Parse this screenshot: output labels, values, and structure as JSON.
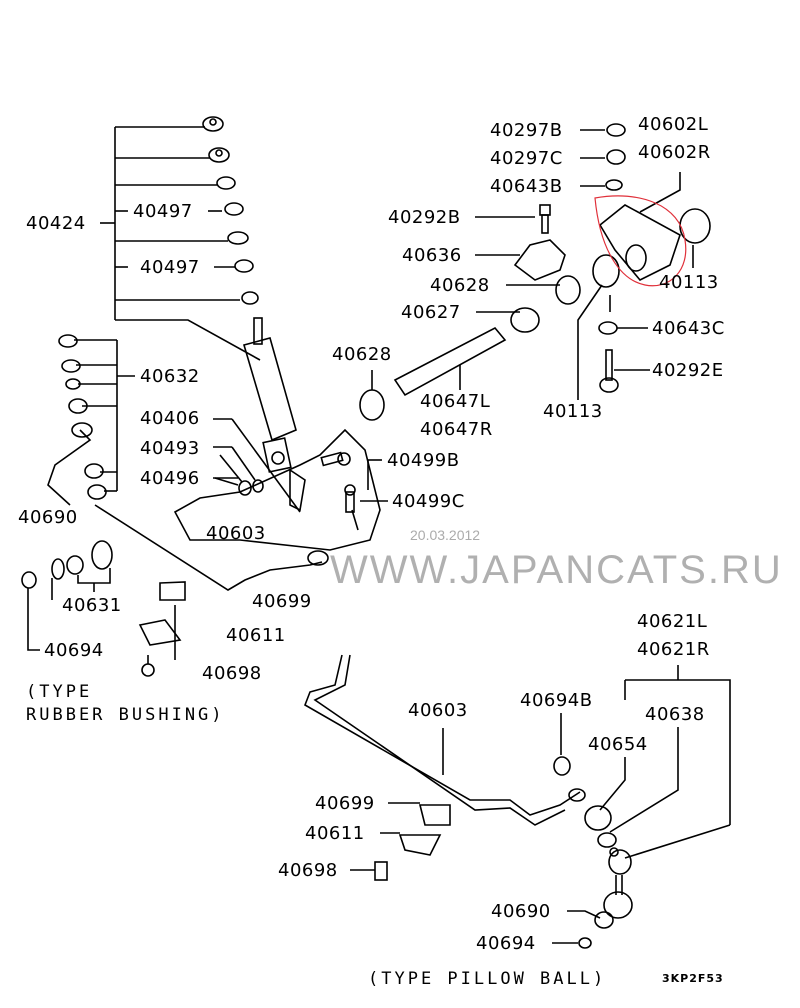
{
  "diagram": {
    "title": "Front suspension / stabilizer bar parts diagram",
    "diagram_code": "3KP2F53",
    "highlight_color": "#e0303a",
    "watermark": {
      "text": "WWW.JAPANCATS.RU",
      "date": "20.03.2012"
    },
    "captions": {
      "rubber_bushing": "(TYPE\nRUBBER BUSHING)",
      "pillow_ball": "(TYPE PILLOW BALL)"
    },
    "labels": {
      "p40424": "40424",
      "p40497a": "40497",
      "p40497b": "40497",
      "p40632": "40632",
      "p40406": "40406",
      "p40493": "40493",
      "p40496": "40496",
      "p40690a": "40690",
      "p40603a": "40603",
      "p40631": "40631",
      "p40694a": "40694",
      "p40699a": "40699",
      "p40611a": "40611",
      "p40698a": "40698",
      "p40297B": "40297B",
      "p40297C": "40297C",
      "p40643B": "40643B",
      "p40602L": "40602L",
      "p40602R": "40602R",
      "p40292B": "40292B",
      "p40636": "40636",
      "p40628a": "40628",
      "p40627": "40627",
      "p40113a": "40113",
      "p40643C": "40643C",
      "p40292E": "40292E",
      "p40113b": "40113",
      "p40628b": "40628",
      "p40647L": "40647L",
      "p40647R": "40647R",
      "p40499B": "40499B",
      "p40499C": "40499C",
      "p40621L": "40621L",
      "p40621R": "40621R",
      "p40638": "40638",
      "p40654": "40654",
      "p40694B": "40694B",
      "p40603b": "40603",
      "p40699b": "40699",
      "p40611b": "40611",
      "p40698b": "40698",
      "p40690b": "40690",
      "p40694b": "40694"
    }
  }
}
